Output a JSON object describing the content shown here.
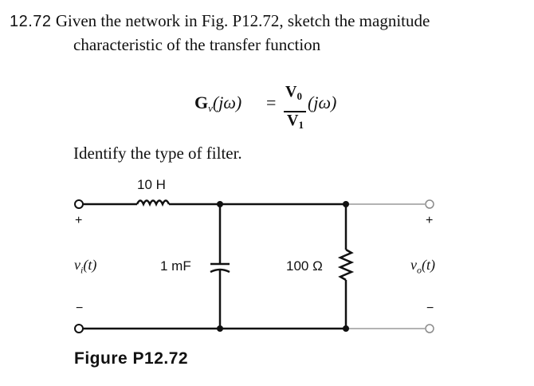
{
  "problem": {
    "number": "12.72",
    "line1": "Given the network in Fig. P12.72, sketch the magnitude",
    "line2": "characteristic of the transfer function",
    "instruction": "Identify the type of filter."
  },
  "equation": {
    "lhs_symbol": "G",
    "lhs_sub": "v",
    "lhs_arg": "(jω)",
    "equals": "=",
    "num_symbol": "V",
    "num_sub": "0",
    "den_symbol": "V",
    "den_sub": "1",
    "rhs_arg": "(jω)"
  },
  "circuit": {
    "inductor_label": "10 H",
    "capacitor_label": "1 mF",
    "resistor_label": "100 Ω",
    "input_label": "v",
    "input_sub": "i",
    "input_arg": "(t)",
    "output_label": "v",
    "output_sub": "o",
    "output_arg": "(t)",
    "plus": "+",
    "minus": "−"
  },
  "figure_caption": "Figure P12.72"
}
